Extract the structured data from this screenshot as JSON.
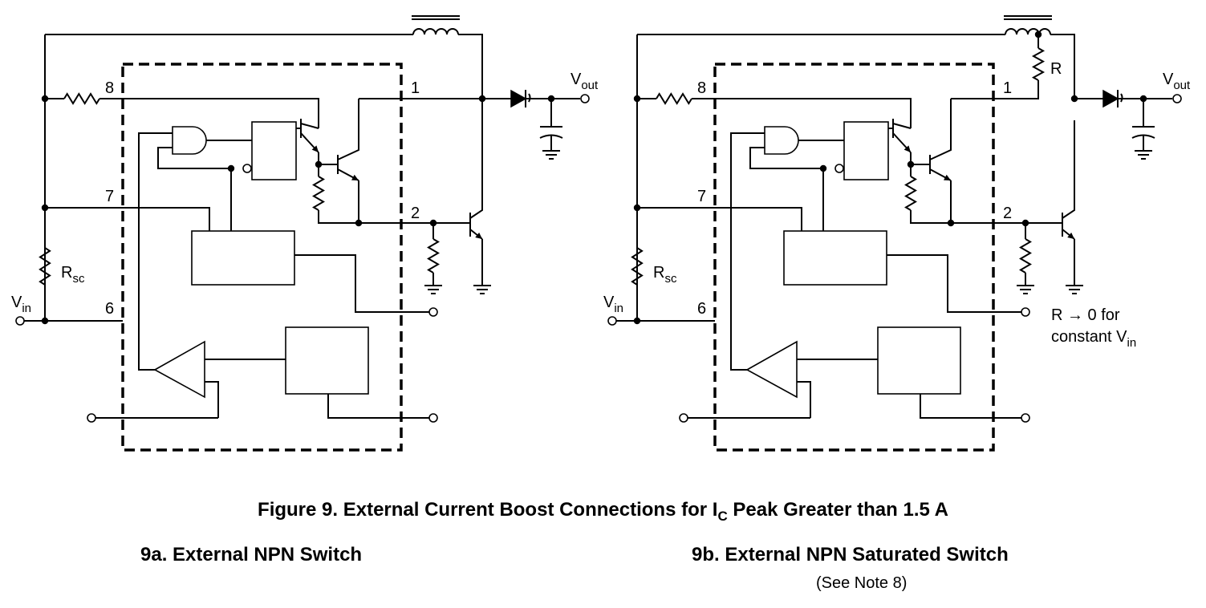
{
  "figure": {
    "title_pre": "Figure 9. External Current Boost Connections for I",
    "title_sub": "C",
    "title_post": " Peak Greater than 1.5 A",
    "panel_a_caption": "9a. External NPN Switch",
    "panel_b_caption": "9b. External NPN Saturated Switch",
    "panel_b_note": "(See Note 8)"
  },
  "labels": {
    "vout_main": "V",
    "vout_sub": "out",
    "vin_main": "V",
    "vin_sub": "in",
    "rsc_main": "R",
    "rsc_sub": "sc",
    "pin_1": "1",
    "pin_2": "2",
    "pin_6": "6",
    "pin_7": "7",
    "pin_8": "8",
    "r_label": "R",
    "r_note_line1": "R  → 0 for",
    "r_note_line2_main": "constant V",
    "r_note_line2_sub": "in"
  }
}
